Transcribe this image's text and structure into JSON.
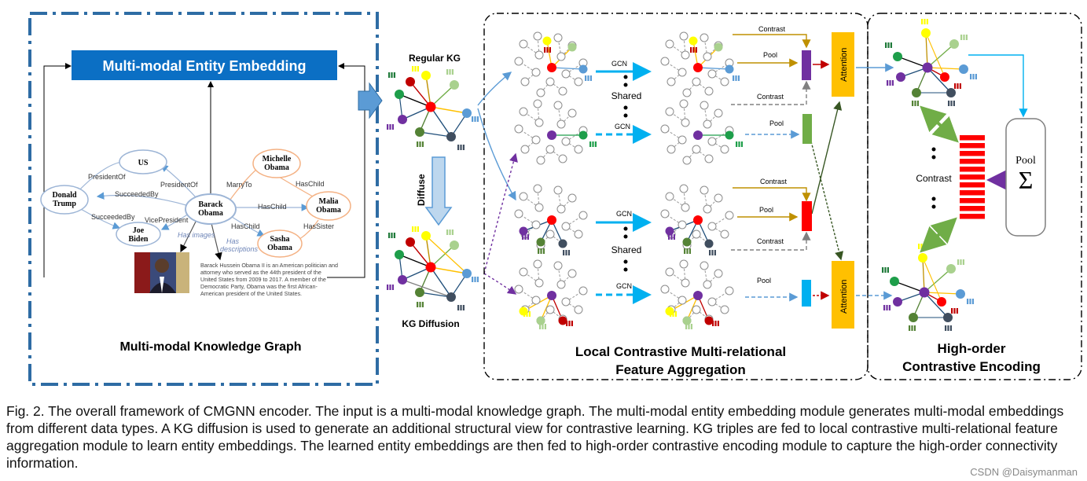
{
  "left_panel": {
    "embedding_title": "Multi-modal Entity Embedding",
    "graph_title": "Multi-modal Knowledge Graph",
    "entities": {
      "us": "US",
      "donald_trump": [
        "Donald",
        "Trump"
      ],
      "joe_biden": [
        "Joe",
        "Biden"
      ],
      "barack_obama": [
        "Barack",
        "Obama"
      ],
      "michelle_obama": [
        "Michelle",
        "Obama"
      ],
      "malia_obama": [
        "Malia",
        "Obama"
      ],
      "sasha_obama": [
        "Sasha",
        "Obama"
      ]
    },
    "relations": {
      "president_of_1": "PresidentOf",
      "president_of_2": "PresidentOf",
      "succeeded_by_1": "SucceededBy",
      "succeeded_by_2": "SucceededBy",
      "vice_president": "VicePresident",
      "marry_to": "MarryTo",
      "has_child_1": "HasChild",
      "has_child_2": "HasChild",
      "has_child_3": "HasChild",
      "has_sister": "HasSister",
      "has_images": "Has images",
      "has_descriptions": [
        "Has",
        "descriptions"
      ]
    },
    "description": [
      "Barack Hussein Obama II is an American politician and",
      "attorney who served as the 44th president of the",
      "United States from 2009 to 2017. A member of the",
      "Democratic Party, Obama was the first African-",
      "American president of the United States."
    ]
  },
  "middle": {
    "regular_kg": "Regular KG",
    "diffuse": "Diffuse",
    "kg_diffusion": "KG Diffusion"
  },
  "local_panel": {
    "title_line1": "Local Contrastive Multi-relational",
    "title_line2": "Feature Aggregation",
    "gcn": "GCN",
    "shared": "Shared",
    "contrast": "Contrast",
    "pool": "Pool",
    "attention": "Attention"
  },
  "high_panel": {
    "title_line1": "High-order",
    "title_line2": "Contrastive Encoding",
    "contrast": "Contrast",
    "pool": "Pool",
    "sigma": "Σ"
  },
  "caption": "Fig. 2. The overall framework of CMGNN encoder. The input is a multi-modal knowledge graph. The multi-modal entity embedding module generates multi-modal embeddings from different data types. A KG diffusion is used to generate an additional structural view for contrastive learning. KG triples are fed to local contrastive multi-relational feature aggregation module to learn entity embeddings. The learned entity embeddings are then fed to high-order contrastive encoding module to capture the high-order connectivity information.",
  "watermark": "CSDN @Daisymanman",
  "colors": {
    "embedding_box": "#0b6fc4",
    "panel_border": "#2e6ca4",
    "attention": "#ffc000",
    "contrast_bar": "#ff0000",
    "pool_purple": "#7030a0",
    "pool_green": "#70ad47",
    "pool_blue": "#00b0f0",
    "arrow_blue": "#5b9bd5",
    "arrow_green": "#70ad47",
    "arrow_gold": "#bf9000",
    "arrow_purple": "#7030a0"
  }
}
